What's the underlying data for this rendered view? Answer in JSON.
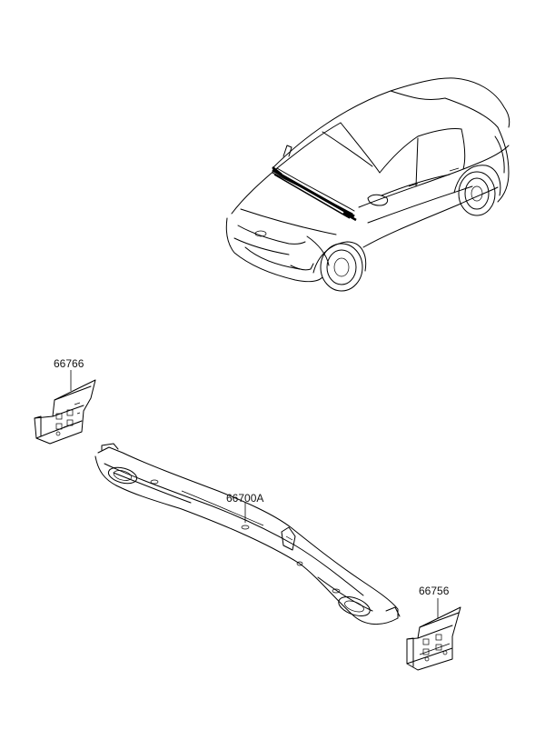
{
  "parts": [
    {
      "id": "a",
      "number": "66766"
    },
    {
      "id": "b",
      "number": "66700A"
    },
    {
      "id": "c",
      "number": "66756"
    }
  ],
  "icons": [
    "car-illustration",
    "cowl-panel-drawing",
    "bracket-left-drawing",
    "bracket-right-drawing"
  ]
}
